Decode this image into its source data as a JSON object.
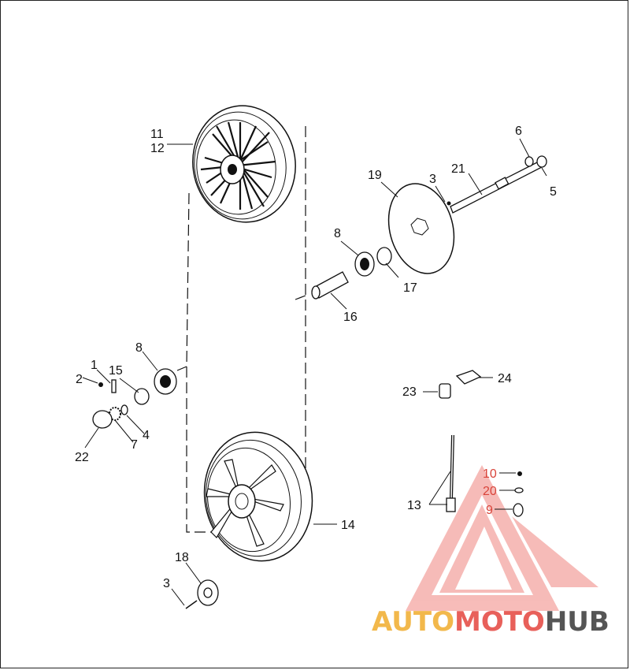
{
  "callouts": {
    "c1": "1",
    "c2": "2",
    "c3a": "3",
    "c3b": "3",
    "c4": "4",
    "c5": "5",
    "c6": "6",
    "c7": "7",
    "c8a": "8",
    "c8b": "8",
    "c9": "9",
    "c10": "10",
    "c11": "11",
    "c12": "12",
    "c13": "13",
    "c14": "14",
    "c15": "15",
    "c16": "16",
    "c17": "17",
    "c18": "18",
    "c19": "19",
    "c20": "20",
    "c21": "21",
    "c22": "22",
    "c23": "23",
    "c24": "24"
  },
  "watermark": {
    "part1": "AUTO",
    "part2": "MOTO",
    "part3": "HUB",
    "colors": {
      "auto": "#f2b84b",
      "moto": "#e8605a",
      "hub": "#555555",
      "logo": "#e8605a"
    }
  }
}
